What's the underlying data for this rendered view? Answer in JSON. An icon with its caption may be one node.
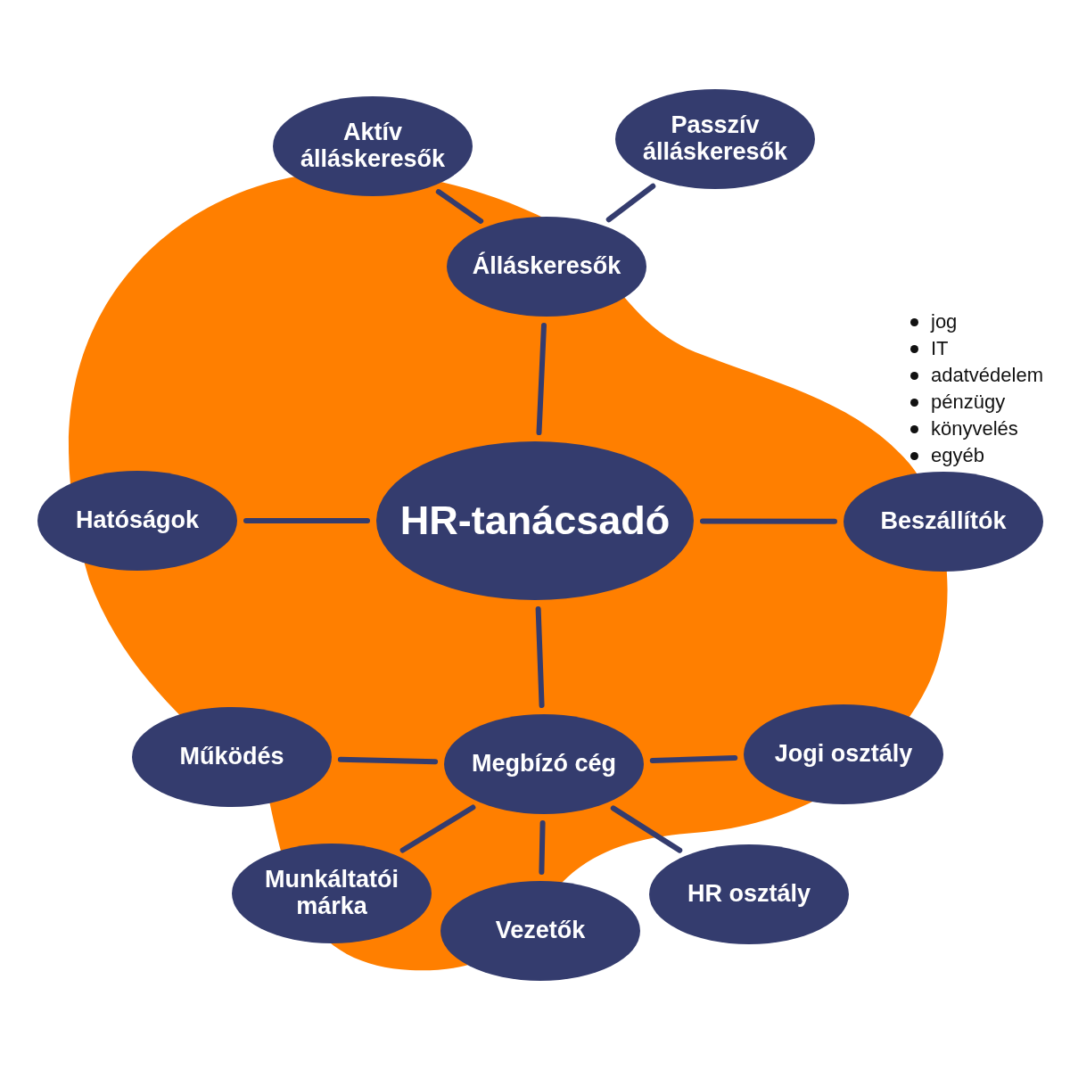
{
  "diagram": {
    "nodes": [
      {
        "text": [
          "Aktív álláskeresők"
        ]
      },
      {
        "text": [
          "Passzív álláskeresők"
        ]
      },
      {
        "text": [
          "Álláskeresők"
        ]
      },
      {
        "text": [
          "HR-tanácsadó"
        ]
      },
      {
        "text": [
          "Hatóságok"
        ]
      },
      {
        "text": [
          "Beszállítók"
        ],
        "beside": [
          "jog",
          "IT",
          "adatvédelem",
          "pénzügy",
          "könyvelés",
          "egyéb"
        ]
      },
      {
        "text": [
          "Megbízó cég"
        ]
      },
      {
        "text": [
          "Működés"
        ]
      },
      {
        "text": [
          "Jogi osztály"
        ]
      },
      {
        "text": [
          "Munkáltatói márka"
        ]
      },
      {
        "text": [
          "Vezetők"
        ]
      },
      {
        "text": [
          "HR osztály"
        ]
      }
    ],
    "edges": [
      {
        "from": 2,
        "to": 0,
        "arrow": "none"
      },
      {
        "from": 2,
        "to": 1,
        "arrow": "none"
      },
      {
        "from": 3,
        "to": 2,
        "arrow": "none"
      },
      {
        "from": 3,
        "to": 4,
        "arrow": "none"
      },
      {
        "from": 3,
        "to": 5,
        "arrow": "none"
      },
      {
        "from": 3,
        "to": 6,
        "arrow": "none"
      },
      {
        "from": 6,
        "to": 7,
        "arrow": "none"
      },
      {
        "from": 6,
        "to": 8,
        "arrow": "none"
      },
      {
        "from": 6,
        "to": 9,
        "arrow": "none"
      },
      {
        "from": 6,
        "to": 10,
        "arrow": "none"
      },
      {
        "from": 6,
        "to": 11,
        "arrow": "none"
      }
    ]
  }
}
